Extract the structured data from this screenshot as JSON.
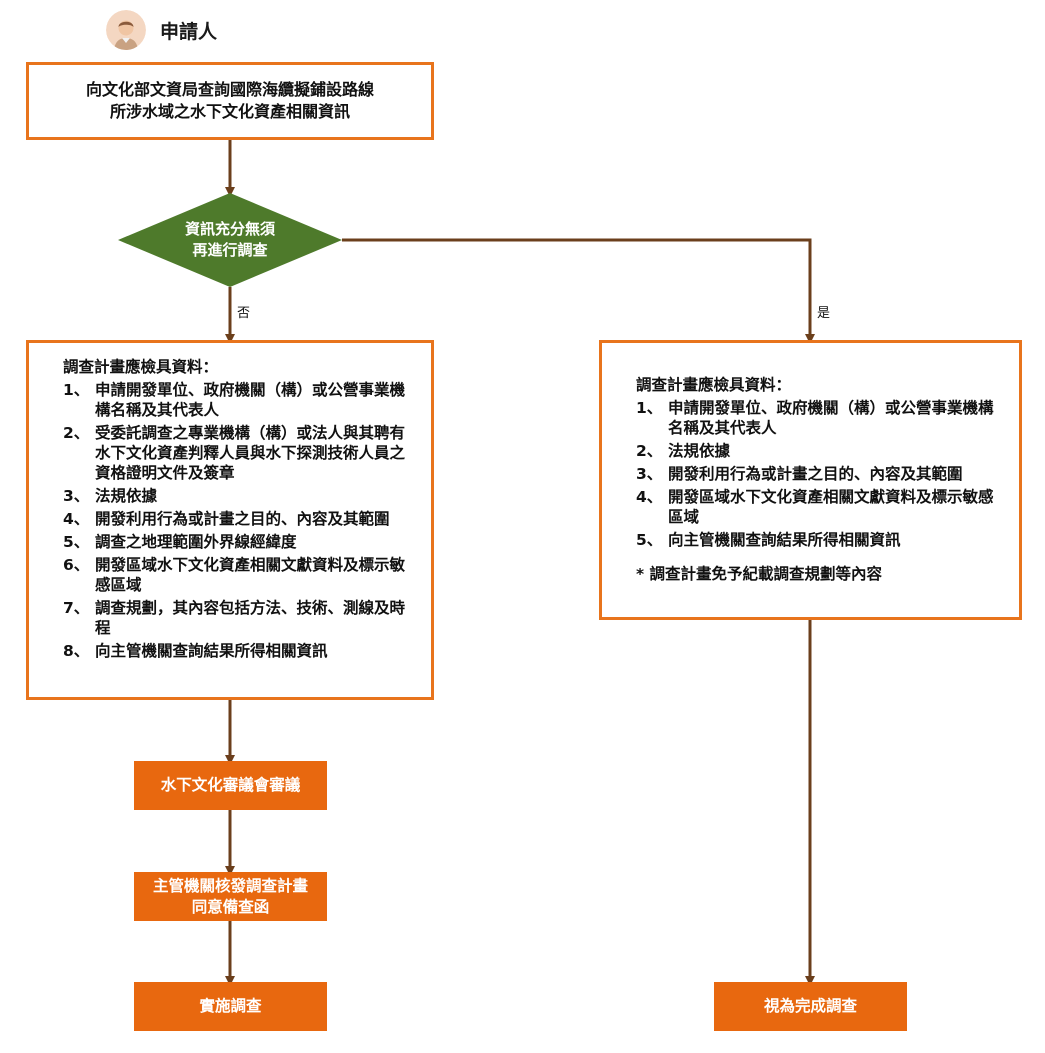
{
  "actor": {
    "label": "申請人",
    "avatar": "person-avatar-icon"
  },
  "start": {
    "lines": [
      "向文化部文資局查詢國際海纜擬鋪設路線",
      "所涉水域之水下文化資產相關資訊"
    ]
  },
  "decision": {
    "lines": [
      "資訊充分無須",
      "再進行調查"
    ],
    "no_label": "否",
    "yes_label": "是"
  },
  "left_requirements": {
    "title": "調查計畫應檢具資料：",
    "items": [
      {
        "num": "1、",
        "text": "申請開發單位、政府機關（構）或公營事業機構名稱及其代表人"
      },
      {
        "num": "2、",
        "text": "受委託調查之專業機構（構）或法人與其聘有水下文化資產判釋人員與水下探測技術人員之資格證明文件及簽章"
      },
      {
        "num": "3、",
        "text": "法規依據"
      },
      {
        "num": "4、",
        "text": "開發利用行為或計畫之目的、內容及其範圍"
      },
      {
        "num": "5、",
        "text": "調查之地理範圍外界線經緯度"
      },
      {
        "num": "6、",
        "text": "開發區域水下文化資產相關文獻資料及標示敏感區域"
      },
      {
        "num": "7、",
        "text": "調查規劃，其內容包括方法、技術、測線及時程"
      },
      {
        "num": "8、",
        "text": "向主管機關查詢結果所得相關資訊"
      }
    ]
  },
  "right_requirements": {
    "title": "調查計畫應檢具資料：",
    "items": [
      {
        "num": "1、",
        "text": "申請開發單位、政府機關（構）或公營事業機構名稱及其代表人"
      },
      {
        "num": "2、",
        "text": "法規依據"
      },
      {
        "num": "3、",
        "text": "開發利用行為或計畫之目的、內容及其範圍"
      },
      {
        "num": "4、",
        "text": "開發區域水下文化資產相關文獻資料及標示敏感區域"
      },
      {
        "num": "5、",
        "text": "向主管機關查詢結果所得相關資訊"
      }
    ],
    "note": "* 調查計畫免予紀載調查規劃等內容"
  },
  "steps": {
    "review": "水下文化審議會審議",
    "approval_lines": [
      "主管機關核發調查計畫",
      "同意備查函"
    ],
    "implement": "實施調查",
    "complete": "視為完成調查"
  },
  "colors": {
    "border": "#e8741c",
    "fill": "#e8680f",
    "diamond": "#4e7a2b",
    "arrow": "#6b3f1c"
  }
}
